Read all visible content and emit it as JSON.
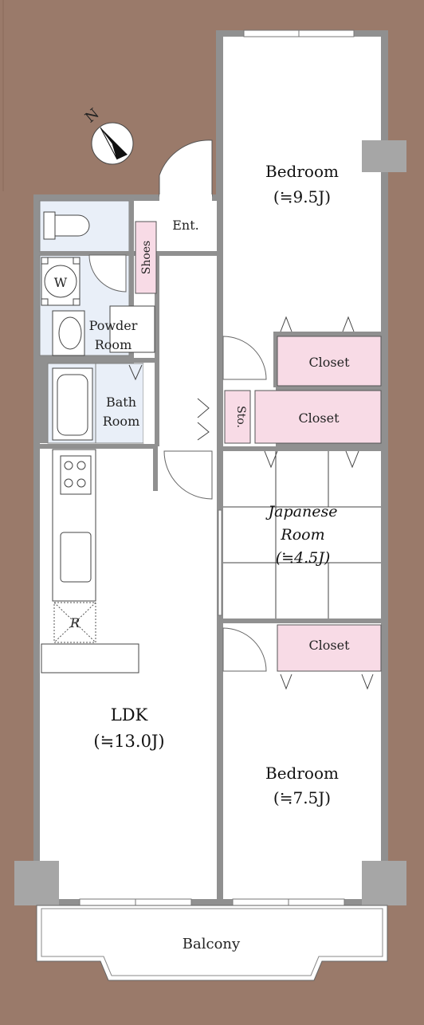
{
  "compass": {
    "label": "N"
  },
  "rooms": {
    "bedroom_top": {
      "name": "Bedroom",
      "size": "(≒9.5J)"
    },
    "entrance": {
      "name": "Ent."
    },
    "shoes": {
      "name": "Shoes"
    },
    "washer": {
      "name": "W"
    },
    "powder": {
      "line1": "Powder",
      "line2": "Room"
    },
    "bath": {
      "line1": "Bath",
      "line2": "Room"
    },
    "closet_1": {
      "name": "Closet"
    },
    "storage": {
      "name": "Sto."
    },
    "closet_2": {
      "name": "Closet"
    },
    "japanese": {
      "line1": "Japanese",
      "line2": "Room",
      "size": "(≒4.5J)"
    },
    "fridge": {
      "name": "R"
    },
    "closet_3": {
      "name": "Closet"
    },
    "ldk": {
      "name": "LDK",
      "size": "(≒13.0J)"
    },
    "bedroom_bottom": {
      "name": "Bedroom",
      "size": "(≒7.5J)"
    },
    "balcony": {
      "name": "Balcony"
    }
  },
  "colors": {
    "background": "#9a7a6a",
    "wall": "#909090",
    "floor": "#ffffff",
    "wet_area": "#e9eff8",
    "closet": "#f8dbe6",
    "pillar": "#a6a6a6"
  }
}
